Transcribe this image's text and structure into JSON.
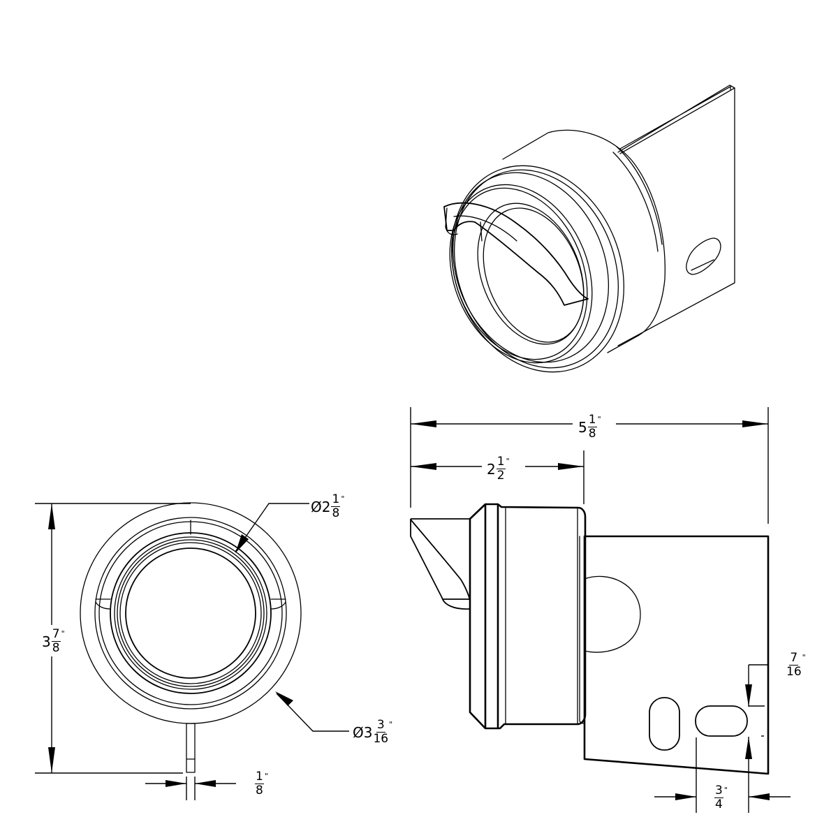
{
  "drawing": {
    "views": [
      {
        "id": "isometric",
        "name": "Isometric view"
      },
      {
        "id": "front",
        "name": "Front view"
      },
      {
        "id": "side",
        "name": "Side view"
      }
    ]
  },
  "dimensions": {
    "overall_length": {
      "prefix": "",
      "whole": "5",
      "num": "1",
      "den": "8",
      "unit": "\""
    },
    "body_length": {
      "prefix": "",
      "whole": "2",
      "num": "1",
      "den": "2",
      "unit": "\""
    },
    "inner_diameter": {
      "prefix": "Ø",
      "whole": "2",
      "num": "1",
      "den": "8",
      "unit": "\""
    },
    "height": {
      "prefix": "",
      "whole": "3",
      "num": "7",
      "den": "8",
      "unit": "\""
    },
    "outer_diameter": {
      "prefix": "Ø",
      "whole": "3",
      "num": "3",
      "den": "16",
      "unit": "\""
    },
    "pin_width": {
      "prefix": "",
      "whole": "",
      "num": "1",
      "den": "8",
      "unit": "\""
    },
    "slot_height": {
      "prefix": "",
      "whole": "",
      "num": "7",
      "den": "16",
      "unit": "\""
    },
    "slot_length": {
      "prefix": "",
      "whole": "",
      "num": "3",
      "den": "4",
      "unit": "\""
    }
  }
}
